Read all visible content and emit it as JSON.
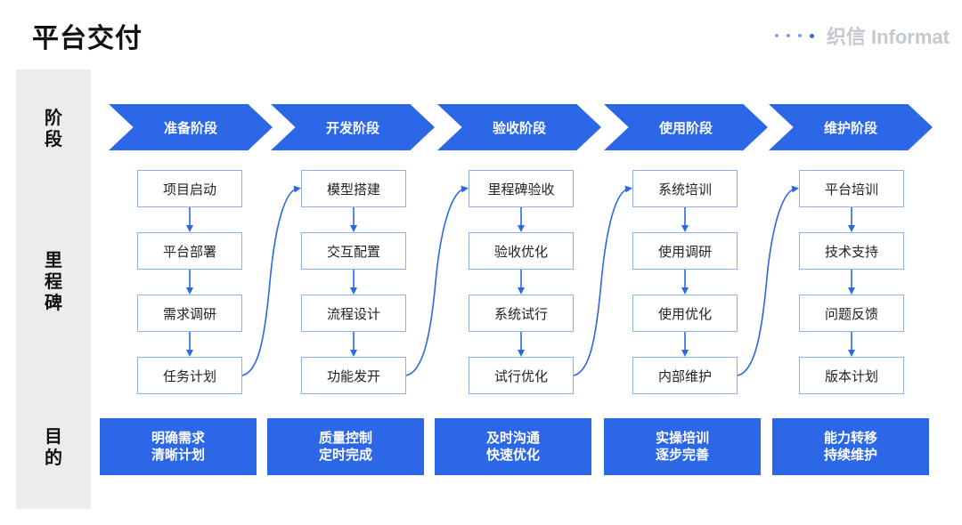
{
  "page": {
    "title": "平台交付"
  },
  "logo": {
    "text": "织信 Informat"
  },
  "row_labels": {
    "stage": "阶段",
    "milestone": "里程碑",
    "goal": "目的"
  },
  "columns": [
    {
      "stage": "准备阶段",
      "milestones": [
        "项目启动",
        "平台部署",
        "需求调研",
        "任务计划"
      ],
      "goal": [
        "明确需求",
        "清晰计划"
      ]
    },
    {
      "stage": "开发阶段",
      "milestones": [
        "模型搭建",
        "交互配置",
        "流程设计",
        "功能发开"
      ],
      "goal": [
        "质量控制",
        "定时完成"
      ]
    },
    {
      "stage": "验收阶段",
      "milestones": [
        "里程碑验收",
        "验收优化",
        "系统试行",
        "试行优化"
      ],
      "goal": [
        "及时沟通",
        "快速优化"
      ]
    },
    {
      "stage": "使用阶段",
      "milestones": [
        "系统培训",
        "使用调研",
        "使用优化",
        "内部维护"
      ],
      "goal": [
        "实操培训",
        "逐步完善"
      ]
    },
    {
      "stage": "维护阶段",
      "milestones": [
        "平台培训",
        "技术支持",
        "问题反馈",
        "版本计划"
      ],
      "goal": [
        "能力转移",
        "持续维护"
      ]
    }
  ],
  "colors": {
    "accent": "#2b67e6",
    "box_border": "#8fb0f2",
    "panel": "#ececec"
  }
}
